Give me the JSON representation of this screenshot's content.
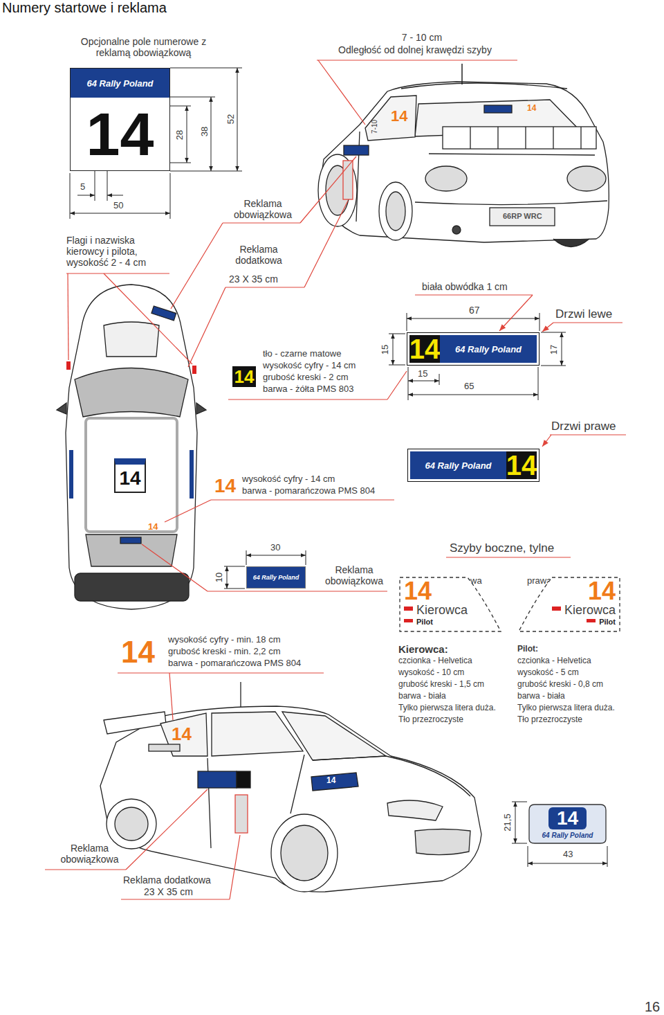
{
  "diagram": {
    "title": "Numery startowe i reklama",
    "nodes": [
      {
        "text": [
          "64 Rally Poland",
          "14"
        ]
      },
      {
        "text": [
          "14",
          "64 Rally Poland"
        ]
      },
      {
        "text": [
          "14"
        ]
      },
      {
        "text": [
          "64 Rally Poland",
          "14"
        ]
      },
      {
        "text": [
          "14"
        ]
      },
      {
        "text": [
          "64 Rally Poland"
        ]
      },
      {
        "text": [
          "14",
          "Kierowca",
          "Pilot"
        ]
      },
      {
        "text": [
          "14",
          "Kierowca",
          "Pilot"
        ]
      },
      {
        "text": [
          "14",
          "64 Rally Poland"
        ]
      }
    ],
    "labels": [
      "Opcjonalne pole numerowe z reklamą obowiązkową",
      "7 - 10 cm",
      "Odległość od dolnej krawędzi szyby",
      "28",
      "38",
      "52",
      "5",
      "50",
      "7-10",
      "66RP WRC",
      "14",
      "14",
      "Reklama obowiązkowa",
      "Flagi i nazwiska kierowcy i pilota, wysokość 2 - 4 cm",
      "Reklama dodatkowa",
      "23 X 35 cm",
      "biała obwódka 1 cm",
      "67",
      "Drzwi lewe",
      "15",
      "17",
      "15",
      "65",
      "tło - czarne matowe",
      "wysokość cyfry - 14 cm",
      "grubość kreski - 2 cm",
      "barwa - żółta PMS 803",
      "Drzwi prawe",
      "14",
      "wysokość cyfry - 14 cm",
      "barwa - pomarańczowa PMS 804",
      "14",
      "30",
      "10",
      "Reklama obowiązkowa",
      "Szyby boczne, tylne",
      "lewa",
      "prawa",
      "Kierowca:",
      "czcionka - Helvetica",
      "wysokość - 10 cm",
      "grubość kreski - 1,5 cm",
      "barwa - biała",
      "Tylko pierwsza litera duża.",
      "Tło przezroczyste",
      "Pilot:",
      "czcionka - Helvetica",
      "wysokość - 5 cm",
      "grubość kreski - 0,8 cm",
      "barwa - biała",
      "Tylko pierwsza litera duża.",
      "Tło przezroczyste",
      "14",
      "wysokość cyfry - min. 18 cm",
      "grubość kreski - min. 2,2 cm",
      "barwa - pomarańczowa PMS 804",
      "14",
      "14",
      "21,5",
      "43",
      "Reklama obowiązkowa",
      "Reklama dodatkowa",
      "23 X 35 cm",
      "16"
    ]
  }
}
